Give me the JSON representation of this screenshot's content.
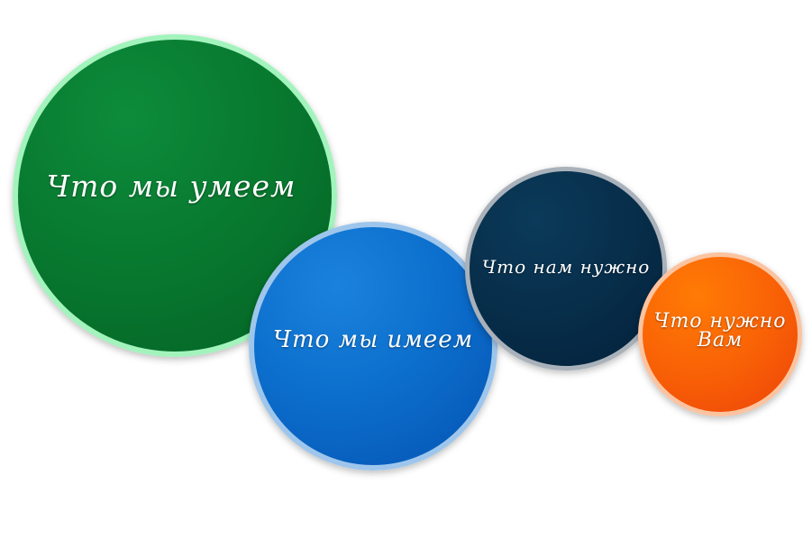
{
  "diagram": {
    "bubbles": [
      {
        "label": "Что мы умеем",
        "border_color": "#a3f3bd",
        "fill_color": "#087a30"
      },
      {
        "label": "Что мы имеем",
        "border_color": "#9ec6ec",
        "fill_color": "#0c6fcd"
      },
      {
        "label": "Что нам нужно",
        "border_color": "#a9b1ba",
        "fill_color": "#072e4a"
      },
      {
        "label_line1": "Что нужно",
        "label_line2": "Вам",
        "border_color": "#fbc39f",
        "fill_color": "#f96206"
      }
    ]
  }
}
